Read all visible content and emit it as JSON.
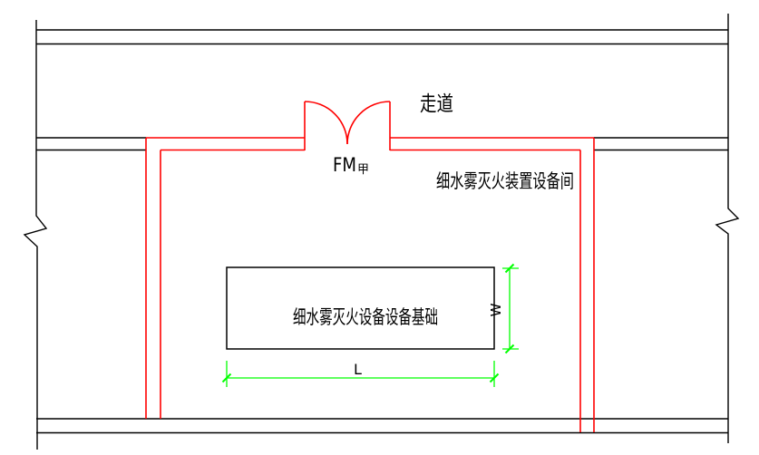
{
  "colors": {
    "wall": "#000000",
    "room_wall": "#ff0000",
    "dimension": "#00ff00",
    "text": "#000000",
    "background": "#ffffff"
  },
  "labels": {
    "corridor": "走道",
    "room": "细水雾灭火装置设备间",
    "door": "FM",
    "door_class": "甲",
    "foundation": "细水雾灭火设备设备基础",
    "dim_length": "L",
    "dim_width": "W"
  }
}
